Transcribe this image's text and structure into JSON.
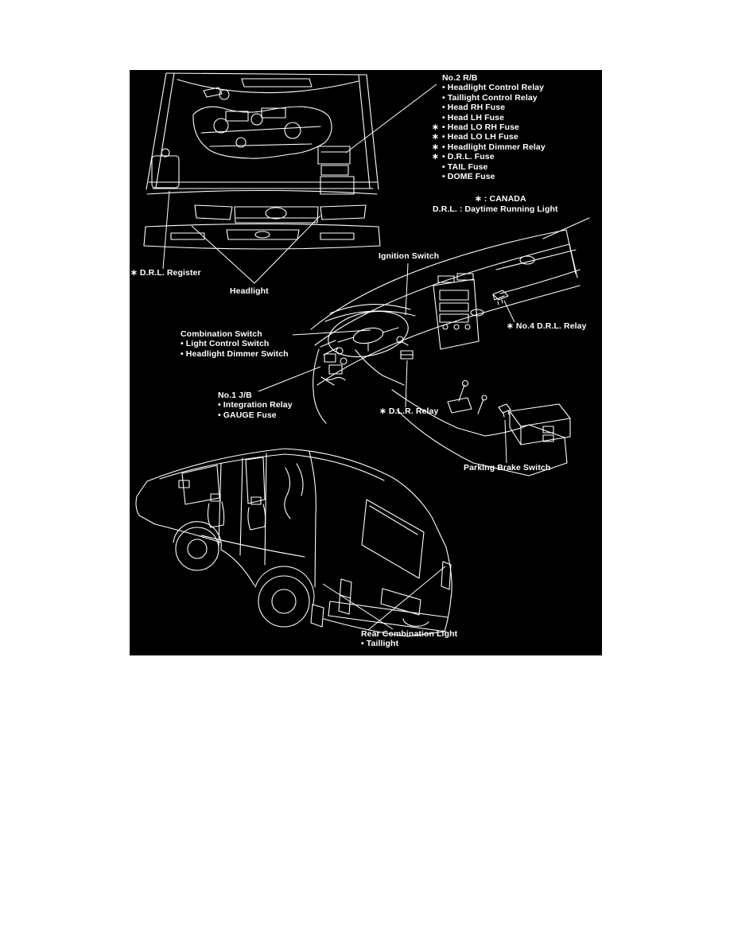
{
  "colors": {
    "page_background": "#ffffff",
    "diagram_background": "#000000",
    "line_art": "#ffffff",
    "label_text": "#ffffff"
  },
  "callouts": {
    "no2_rb": {
      "title": "No.2 R/B",
      "items": [
        {
          "star": "",
          "text": "• Headlight Control Relay"
        },
        {
          "star": "",
          "text": "• Taillight Control Relay"
        },
        {
          "star": "",
          "text": "• Head RH Fuse"
        },
        {
          "star": "",
          "text": "• Head LH Fuse"
        },
        {
          "star": "∗",
          "text": "• Head LO RH Fuse"
        },
        {
          "star": "∗",
          "text": "• Head LO LH Fuse"
        },
        {
          "star": "∗",
          "text": "• Headlight Dimmer Relay"
        },
        {
          "star": "∗",
          "text": "• D.R.L. Fuse"
        },
        {
          "star": "",
          "text": "• TAIL Fuse"
        },
        {
          "star": "",
          "text": "• DOME Fuse"
        }
      ]
    },
    "legend": {
      "line1": "∗ : CANADA",
      "line2": "D.R.L. : Daytime Running Light"
    },
    "drl_register": "∗ D.R.L. Register",
    "headlight": "Headlight",
    "ignition_switch": "Ignition Switch",
    "combination_switch": {
      "title": "Combination Switch",
      "items": [
        "• Light Control Switch",
        "• Headlight Dimmer Switch"
      ]
    },
    "no1_jb": {
      "title": "No.1 J/B",
      "items": [
        "• Integration Relay",
        "• GAUGE Fuse"
      ]
    },
    "no4_drl_relay": "∗ No.4 D.R.L. Relay",
    "dlr_relay": "∗ D.L.R. Relay",
    "parking_brake_switch": "Parking Brake Switch",
    "rear_combination_light": {
      "title": "Rear Combination Light",
      "items": [
        "• Taillight"
      ]
    }
  }
}
